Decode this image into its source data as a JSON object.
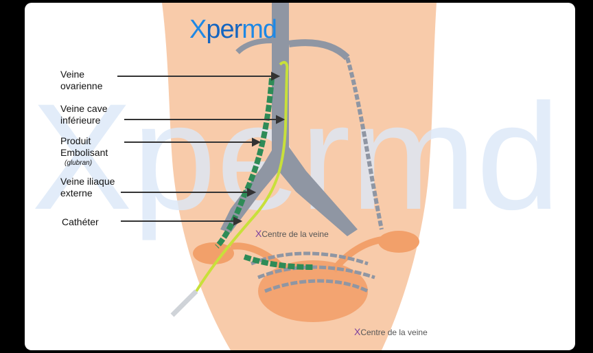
{
  "brand": {
    "logo_x": "X",
    "logo_per": "per",
    "logo_md": "md"
  },
  "labels": {
    "ovarian_vein_1": "Veine",
    "ovarian_vein_2": "ovarienne",
    "vena_cava_1": "Veine cave",
    "vena_cava_2": "inférieure",
    "embolic_1": "Produit",
    "embolic_2": "Embolisant",
    "embolic_note": "(glubran)",
    "iliac_1": "Veine iliaque",
    "iliac_2": "externe",
    "catheter": "Cathéter"
  },
  "credits": {
    "mark": "X",
    "center_text": "Centre de la veine",
    "bottom_text": "Centre de la veine"
  },
  "colors": {
    "skin": "#f8cbaa",
    "vein": "#8f96a3",
    "embolic": "#2e8b57",
    "catheter": "#c8e03a",
    "ovary": "#f2a06a",
    "watermark": "#dce8f8"
  }
}
